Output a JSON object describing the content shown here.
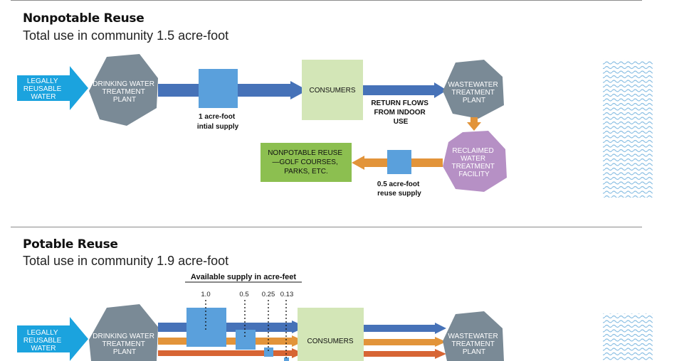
{
  "sections": {
    "nonpotable": {
      "title": "Nonpotable Reuse",
      "subtitle": "Total use in community 1.5 acre-foot",
      "source": [
        "LEGALLY",
        "REUSABLE",
        "WATER"
      ],
      "drinking_plant": [
        "DRINKING WATER",
        "TREATMENT",
        "PLANT"
      ],
      "consumers": "CONSUMERS",
      "wastewater_plant": [
        "WASTEWATER",
        "TREATMENT",
        "PLANT"
      ],
      "return_flows": [
        "RETURN FLOWS",
        "FROM INDOOR",
        "USE"
      ],
      "reclaimed_facility": [
        "RECLAIMED",
        "WATER",
        "TREATMENT",
        "FACILITY"
      ],
      "nonpotable_reuse": [
        "NONPOTABLE REUSE",
        "—GOLF COURSES,",
        "PARKS, ETC."
      ],
      "initial_supply": [
        "1 acre-foot",
        "intial supply"
      ],
      "reuse_supply": [
        "0.5 acre-foot",
        "reuse supply"
      ]
    },
    "potable": {
      "title": "Potable Reuse",
      "subtitle": "Total use in community 1.9 acre-foot",
      "supply_heading": "Available supply in acre-feet",
      "supply_values": [
        "1.0",
        "0.5",
        "0.25",
        "0.13"
      ],
      "source": [
        "LEGALLY",
        "REUSABLE",
        "WATER"
      ],
      "drinking_plant": [
        "DRINKING WATER",
        "TREATMENT",
        "PLANT"
      ],
      "consumers": "CONSUMERS",
      "wastewater_plant": [
        "WASTEWATER",
        "TREATMENT",
        "PLANT"
      ]
    }
  },
  "colors": {
    "source": "#1ba3de",
    "plant_gray": "#7a8a96",
    "pipe_blue": "#4672b8",
    "supply_square": "#5aa0dc",
    "consumers": "#d3e6b7",
    "reclaimed": "#b690c5",
    "reuse_green": "#8cbf50",
    "pipe_orange": "#e2943a",
    "pipe_rust": "#d76534",
    "wave": "#8bbfe3"
  }
}
